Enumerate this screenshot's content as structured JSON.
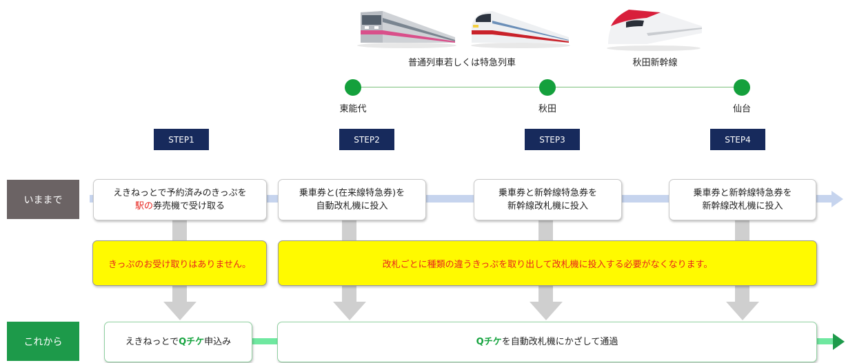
{
  "trains": {
    "regular_label": "普通列車若しくは特急列車",
    "shinkansen_label": "秋田新幹線"
  },
  "stations": [
    {
      "name": "東能代"
    },
    {
      "name": "秋田"
    },
    {
      "name": "仙台"
    }
  ],
  "steps": [
    "STEP1",
    "STEP2",
    "STEP3",
    "STEP4"
  ],
  "rows": {
    "now_label": "いままで",
    "future_label": "これから"
  },
  "now_cards": [
    {
      "line1": "えきねっとで予約済みのきっぷを",
      "line2_red": "駅の",
      "line2_rest": "券売機で受け取る"
    },
    {
      "line1": "乗車券と(在来線特急券)を",
      "line2": "自動改札機に投入"
    },
    {
      "line1": "乗車券と新幹線特急券を",
      "line2": "新幹線改札機に投入"
    },
    {
      "line1": "乗車券と新幹線特急券を",
      "line2": "新幹線改札機に投入"
    }
  ],
  "notices": {
    "left": "きっぷのお受け取りはありません。",
    "right": "改札ごとに種類の違うきっぷを取り出して改札機に投入する必要がなくなります。"
  },
  "future_cards": {
    "left_pre": "えきねっとで",
    "left_brand": "Qチケ",
    "left_post": "申込み",
    "right_brand": "Qチケ",
    "right_post": "を自動改札機にかざして通過"
  },
  "colors": {
    "step_navy": "#172a5c",
    "station_green": "#14a03c",
    "notice_yellow": "#fffa00",
    "notice_red": "#e8241d",
    "future_green": "#1d9a4a",
    "now_gray": "#6b6364"
  }
}
